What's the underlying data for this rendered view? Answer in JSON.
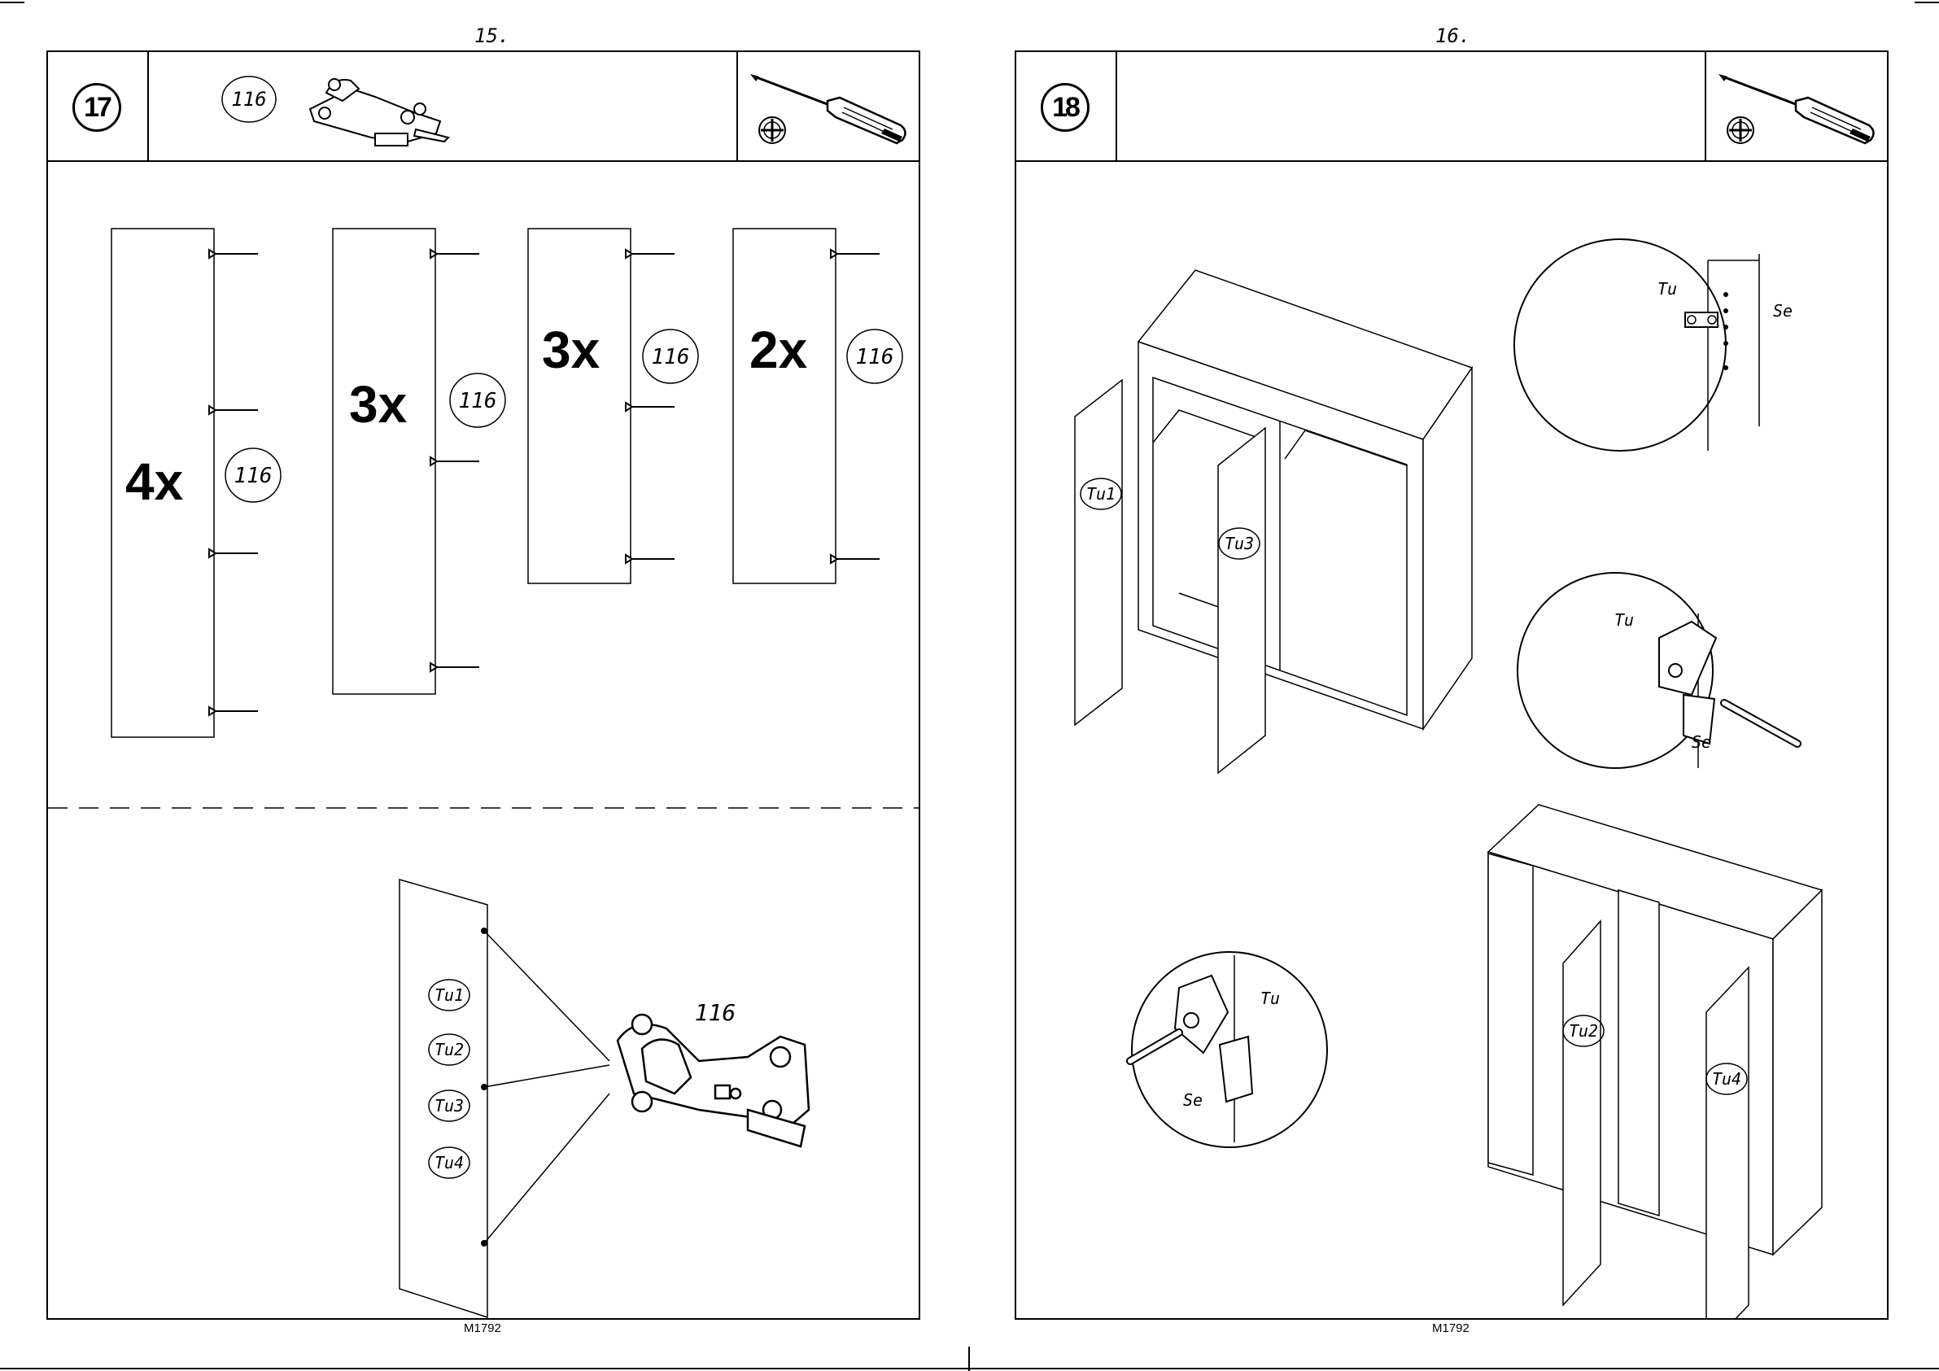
{
  "pages": [
    {
      "page_number": "15.",
      "footer": "M1792",
      "step": "17",
      "header_part": "116",
      "panels": [
        {
          "qty": "4x",
          "part": "116"
        },
        {
          "qty": "3x",
          "part": "116"
        },
        {
          "qty": "3x",
          "part": "116"
        },
        {
          "qty": "2x",
          "part": "116"
        }
      ],
      "door_labels": [
        "Tu1",
        "Tu2",
        "Tu3",
        "Tu4"
      ],
      "hinge_label": "116"
    },
    {
      "page_number": "16.",
      "footer": "M1792",
      "step": "18",
      "cabinet_labels": [
        "Tu1",
        "Tu3"
      ],
      "cabinet2_labels": [
        "Tu2",
        "Tu4"
      ],
      "detail_top": {
        "door": "Tu",
        "side": "Se"
      },
      "detail_right": {
        "door": "Tu",
        "side": "Se"
      },
      "detail_left": {
        "door": "Tu",
        "side": "Se"
      }
    }
  ],
  "icons": [
    "screwdriver-icon",
    "phillips-head-icon",
    "hinge-icon"
  ]
}
